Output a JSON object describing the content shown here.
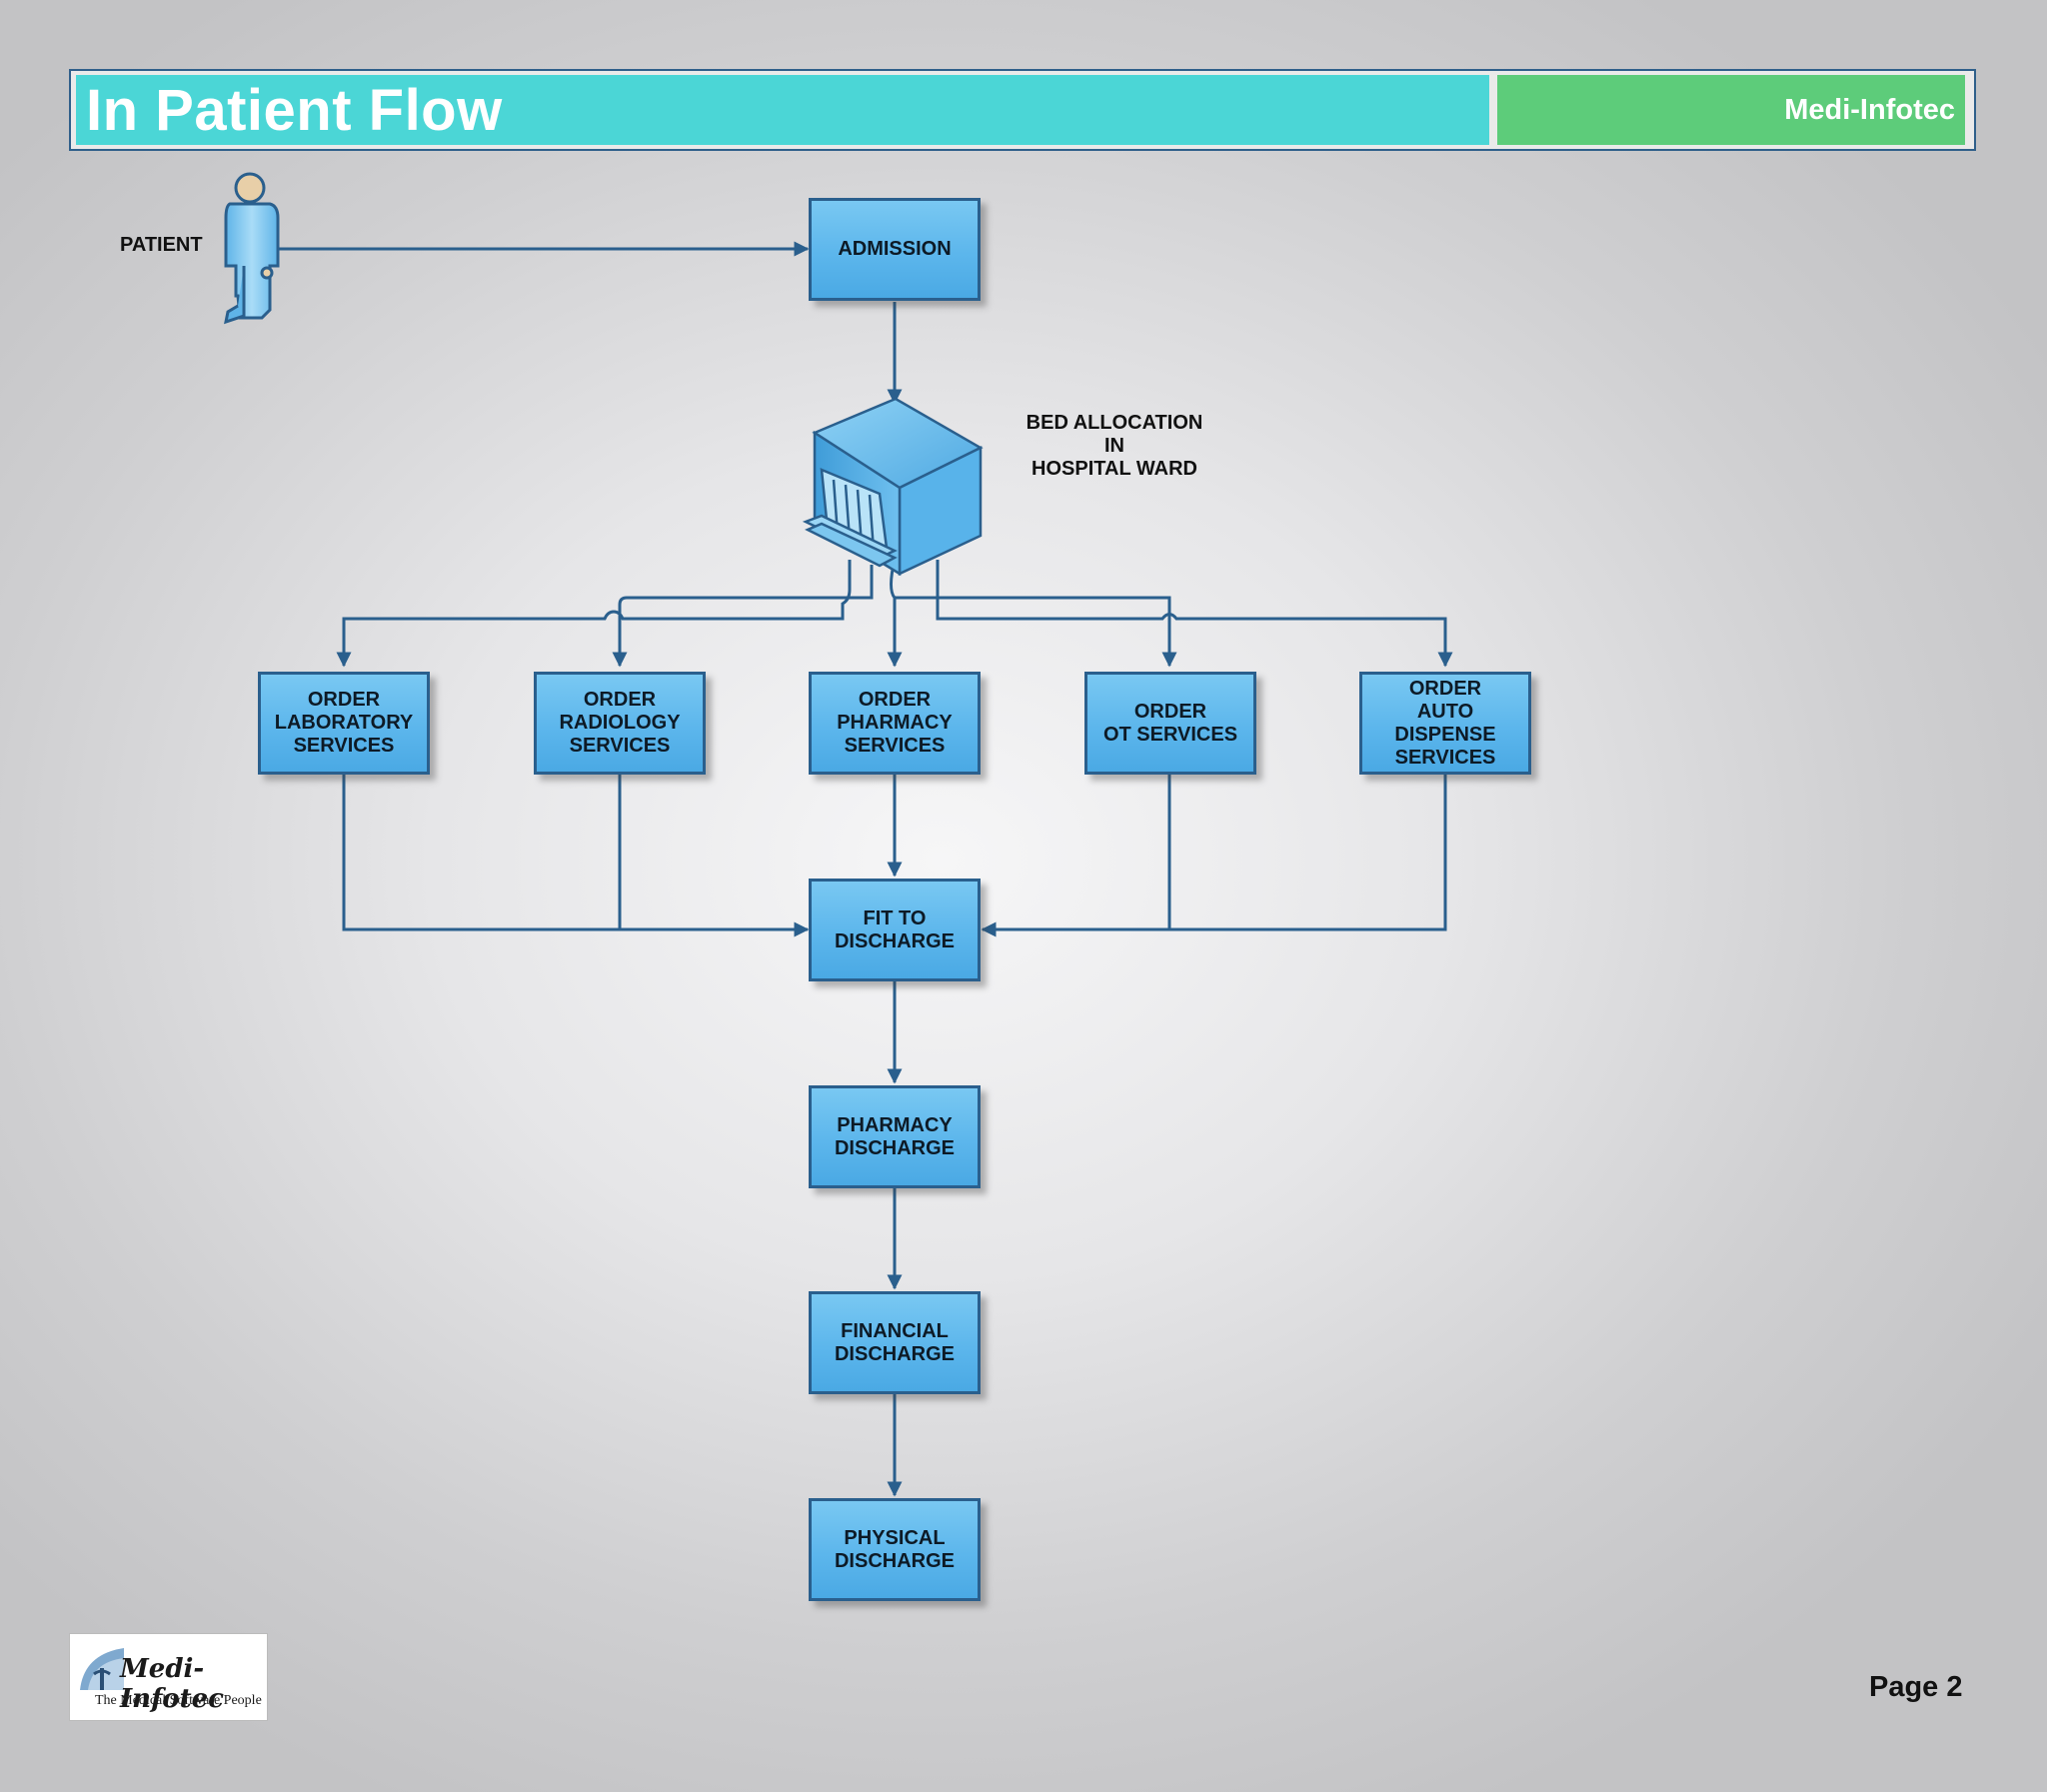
{
  "header": {
    "title": "In Patient Flow",
    "brand": "Medi-Infotec"
  },
  "diagram": {
    "actor_label": "PATIENT",
    "ward_label": "BED ALLOCATION\nIN\nHOSPITAL WARD",
    "nodes": {
      "admission": "ADMISSION",
      "order_lab": "ORDER\nLABORATORY\nSERVICES",
      "order_radiology": "ORDER\nRADIOLOGY\nSERVICES",
      "order_pharmacy": "ORDER\nPHARMACY\nSERVICES",
      "order_ot": "ORDER\nOT SERVICES",
      "order_auto_dispense": "ORDER\nAUTO DISPENSE\nSERVICES",
      "fit_to_discharge": "FIT TO\nDISCHARGE",
      "pharmacy_discharge": "PHARMACY\nDISCHARGE",
      "financial_discharge": "FINANCIAL\nDISCHARGE",
      "physical_discharge": "PHYSICAL\nDISCHARGE"
    },
    "edges": [
      [
        "patient",
        "admission"
      ],
      [
        "admission",
        "bed_allocation"
      ],
      [
        "bed_allocation",
        "order_lab"
      ],
      [
        "bed_allocation",
        "order_radiology"
      ],
      [
        "bed_allocation",
        "order_pharmacy"
      ],
      [
        "bed_allocation",
        "order_ot"
      ],
      [
        "bed_allocation",
        "order_auto_dispense"
      ],
      [
        "order_lab",
        "fit_to_discharge"
      ],
      [
        "order_radiology",
        "fit_to_discharge"
      ],
      [
        "order_pharmacy",
        "fit_to_discharge"
      ],
      [
        "order_ot",
        "fit_to_discharge"
      ],
      [
        "order_auto_dispense",
        "fit_to_discharge"
      ],
      [
        "fit_to_discharge",
        "pharmacy_discharge"
      ],
      [
        "pharmacy_discharge",
        "financial_discharge"
      ],
      [
        "financial_discharge",
        "physical_discharge"
      ]
    ],
    "colors": {
      "node_fill": "#5cb6ec",
      "node_border": "#2a5f8d",
      "connector": "#2a5f8d"
    }
  },
  "footer": {
    "logo_wordmark": "Medi- Infotec",
    "logo_tagline": "The Medical Software People",
    "page_label": "Page 2"
  },
  "theme": {
    "title_bar_color": "#4bd6d6",
    "brand_bar_color": "#5dcc7a"
  }
}
